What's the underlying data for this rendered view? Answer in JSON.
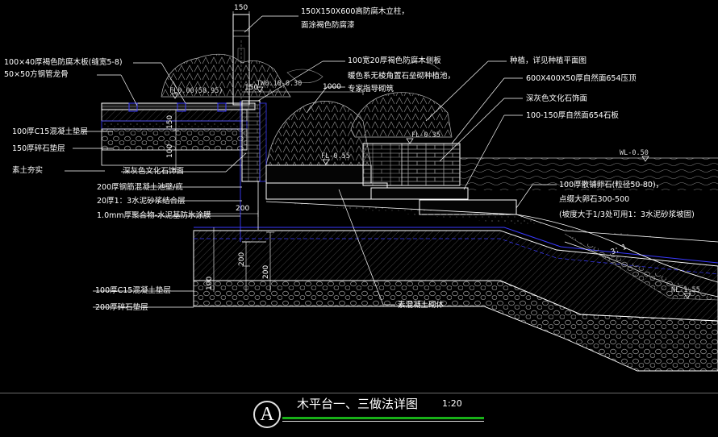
{
  "colors": {
    "background": "#000000",
    "outline": "#ffffff",
    "fill_pattern": "#9a9a9a",
    "hatch": "#6b6b6b",
    "blue_layer": "#3a3aff",
    "title_underline": "#18b018"
  },
  "labels": {
    "post_spec_1": "150X150X600高防腐木立柱，",
    "post_spec_2": "面涂褐色防腐漆",
    "deck_board": "100×40厚褐色防腐木板(缝宽5-8)",
    "keel": "50×50方钢管龙骨",
    "side_board": "100宽20厚褐色防腐木侧板",
    "planting_1": "暖色系无棱角置石垒砌种植池，",
    "planting_2": "专家指导砌筑",
    "plants": "种植，详见种植平面图",
    "coping": "600X400X50厚自然面654压顶",
    "culture_stone_face": "深灰色文化石饰面",
    "natural_stone": "100-150厚自然面654石板",
    "c15_top": "100厚C15混凝土垫层",
    "gravel_top": "150厚碎石垫层",
    "compacted_soil": "素土夯实",
    "culture_stone_wall": "深灰色文化石饰面",
    "rc_pool": "200厚钢筋混凝土池壁/底",
    "mortar": "20厚1：3水泥砂浆结合层",
    "waterproof": "1.0mm厚聚合物-水泥基防水涂膜",
    "pebbles_1": "100厚散铺卵石(粒径50-80)，",
    "pebbles_2": "点缀大卵石300-500",
    "pebbles_3": "(坡度大于1/3处可用1：3水泥砂浆坡固)",
    "c15_bottom": "100厚C15混凝土垫层",
    "gravel_bottom": "200厚碎石垫层",
    "plain_concrete": "素混凝土砌体"
  },
  "dimensions": {
    "post_width": "150",
    "wall_offset": "150",
    "span": "1000",
    "top_height": "150",
    "mid_height": "100",
    "base_width": "200",
    "lower_200a": "200",
    "lower_200b": "200",
    "lower_100": "100",
    "slope": "3：1"
  },
  "levels": {
    "fl_top": "FL0.00(58.95)",
    "tw": "TW0.10-0.30",
    "fl_planter": "FL-0.35",
    "fl_bottom": "FL-0.55",
    "wl": "WL-0.50",
    "nl": "NL-1.55"
  },
  "title": {
    "circle": "A",
    "text": "木平台一、三做法详图",
    "scale": "1:20"
  }
}
